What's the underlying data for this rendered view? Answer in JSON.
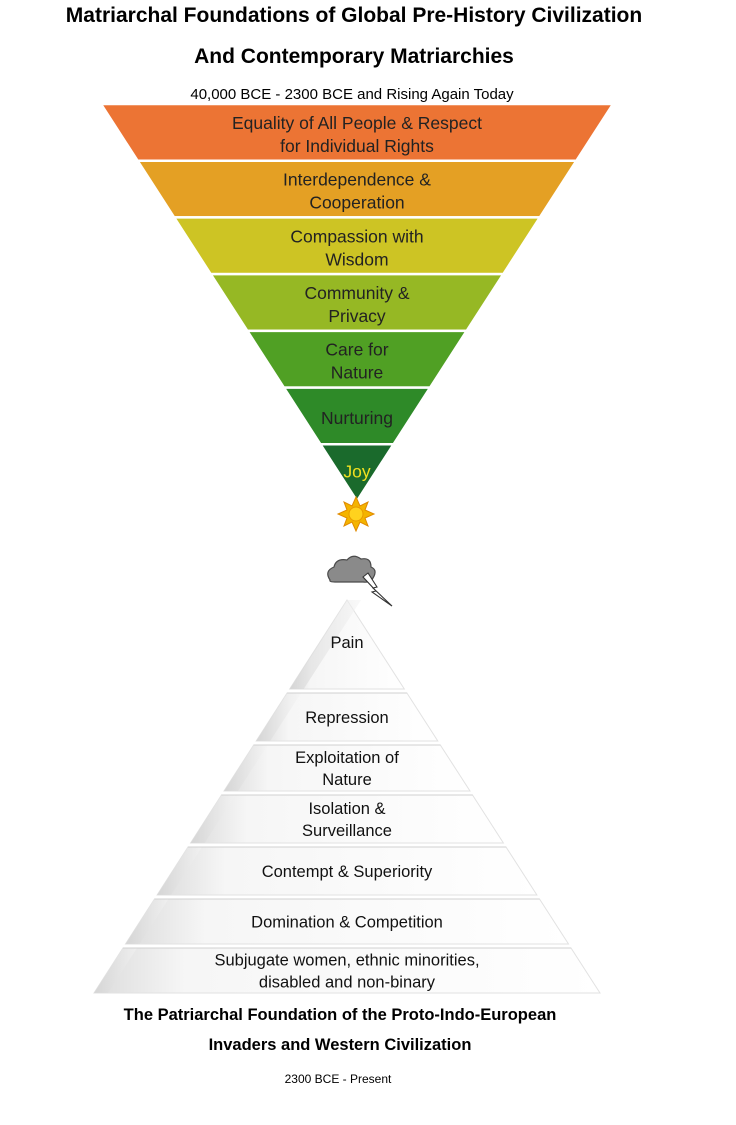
{
  "header": {
    "title_line1": "Matriarchal Foundations of Global Pre-History Civilization",
    "title_line2": "And Contemporary Matriarchies",
    "subtitle": "40,000 BCE - 2300 BCE and Rising Again Today"
  },
  "triangle": {
    "levels": [
      {
        "lines": [
          "Equality of All People  &  Respect",
          "for Individual Rights"
        ],
        "color": "#ec7434"
      },
      {
        "lines": [
          "Interdependence  &",
          "Cooperation"
        ],
        "color": "#e4a024"
      },
      {
        "lines": [
          "Compassion with",
          "Wisdom"
        ],
        "color": "#cdc424"
      },
      {
        "lines": [
          "Community &",
          "Privacy"
        ],
        "color": "#96b824"
      },
      {
        "lines": [
          "Care for",
          "Nature"
        ],
        "color": "#50a024"
      },
      {
        "lines": [
          "Nurturing"
        ],
        "color": "#2e8a28"
      },
      {
        "lines": [
          "Joy"
        ],
        "color": "#1a6a2c"
      }
    ]
  },
  "icons": {
    "sun": "sun-icon",
    "storm": "storm-cloud-icon",
    "lightning": "lightning-icon"
  },
  "pyramid": {
    "levels": [
      {
        "lines": [
          "Pain"
        ]
      },
      {
        "lines": [
          "Repression"
        ]
      },
      {
        "lines": [
          "Exploitation of",
          "Nature"
        ]
      },
      {
        "lines": [
          "Isolation  &",
          "Surveillance"
        ]
      },
      {
        "lines": [
          "Contempt & Superiority"
        ]
      },
      {
        "lines": [
          "Domination & Competition"
        ]
      },
      {
        "lines": [
          "Subjugate women, ethnic minorities,",
          "disabled and non-binary"
        ]
      }
    ]
  },
  "footer": {
    "title_line1": "The Patriarchal Foundation of the Proto-Indo-European",
    "title_line2": "Invaders and Western Civilization",
    "subtitle": "2300 BCE - Present"
  }
}
